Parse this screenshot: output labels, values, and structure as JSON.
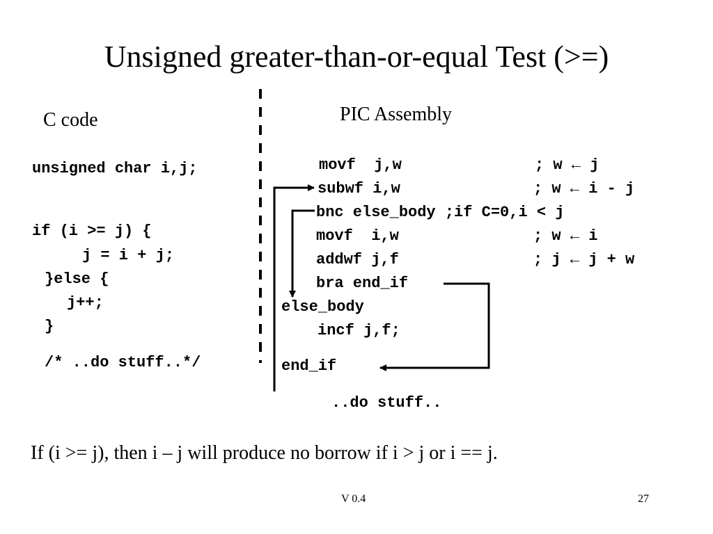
{
  "slide": {
    "title": "Unsigned greater-than-or-equal Test (>=)",
    "c_code_label": "C code",
    "asm_label": "PIC Assembly",
    "note": "If (i >= j), then i – j will produce no borrow if i > j or i == j.",
    "footer_version": "V 0.4",
    "page_number": "27"
  },
  "c_code": {
    "line1": "unsigned char i,j;",
    "line2": "if (i >= j) {",
    "line3": "j = i + j;",
    "line4": "}else {",
    "line5": "j++;",
    "line6": "}",
    "line7": "/* ..do stuff..*/"
  },
  "asm": {
    "l1": "movf  j,w",
    "l1_comment": "; w ← j",
    "l2": "subwf i,w",
    "l2_comment": "; w ← i - j",
    "l3": "bnc else_body ;if C=0,i < j",
    "l4": "movf  i,w",
    "l4_comment": "; w ← i",
    "l5": "addwf j,f",
    "l5_comment": "; j ← j + w",
    "l6": "bra end_if",
    "l7": "else_body",
    "l8": "incf j,f;",
    "l9": "end_if",
    "l10": "..do stuff.."
  }
}
